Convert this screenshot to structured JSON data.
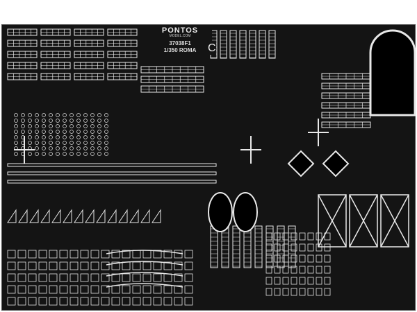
{
  "sheet": {
    "brand": "PONTOS",
    "site": "MODEL.COM",
    "product_code": "37038F1",
    "scale_title": "1/350 ROMA",
    "sheet_letter": "C"
  }
}
